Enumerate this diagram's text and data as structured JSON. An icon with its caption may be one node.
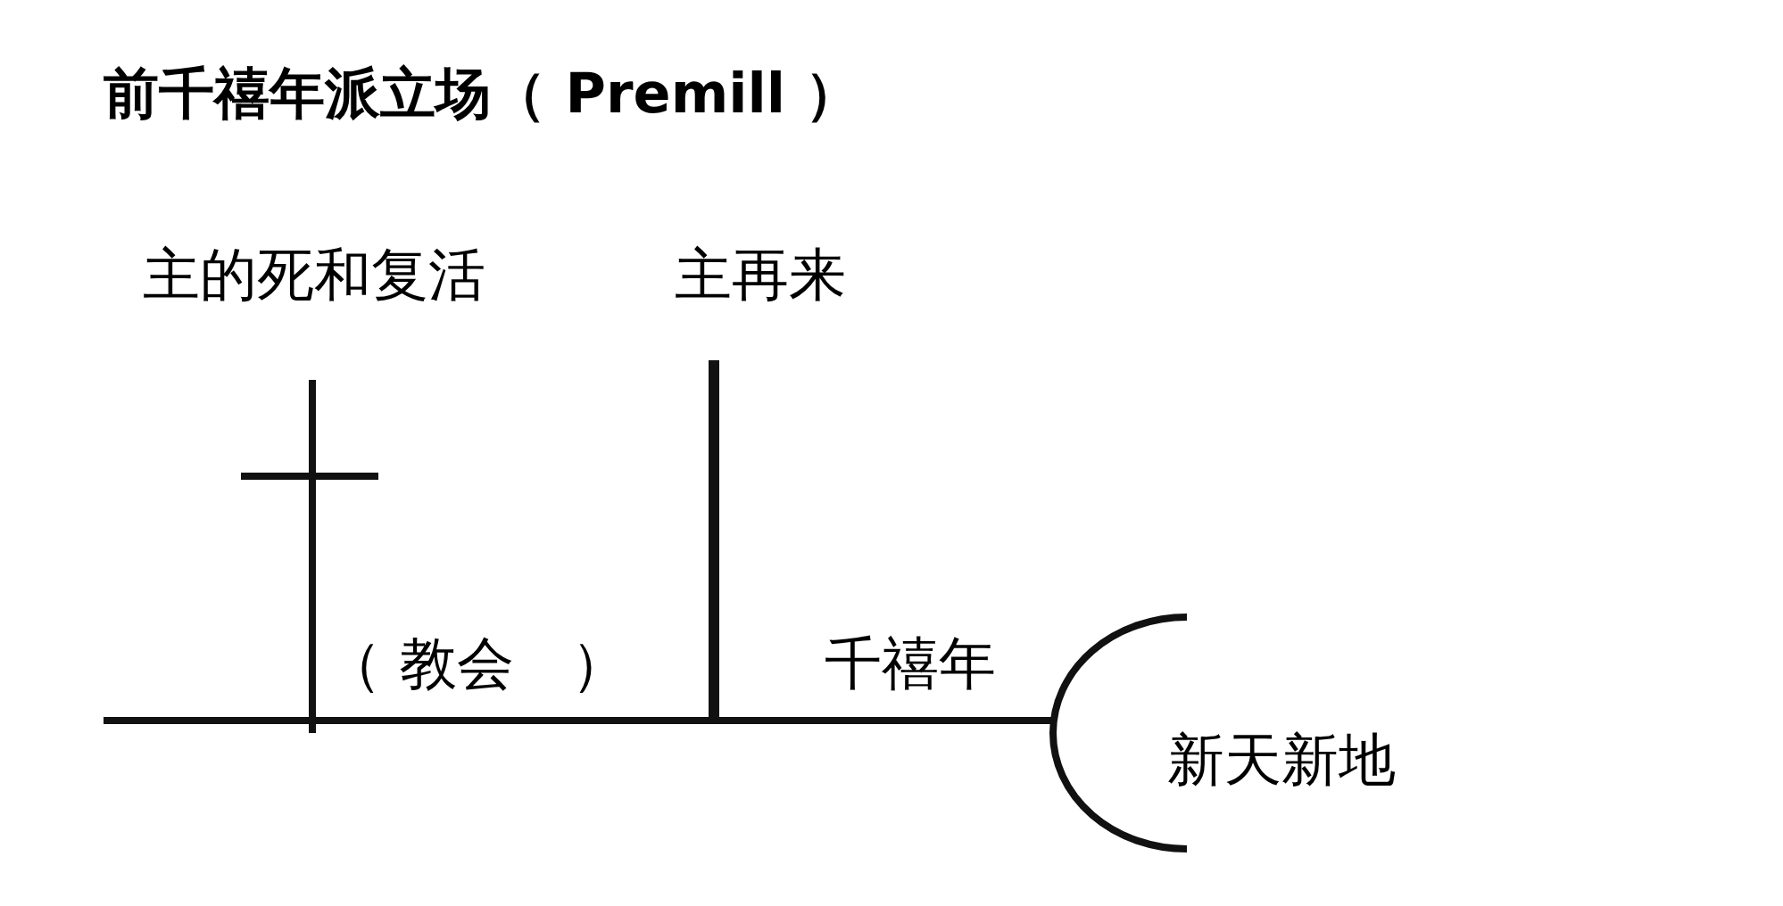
{
  "diagram": {
    "title": "前千禧年派立场（ Premill ）",
    "nodes": [
      {
        "text": [
          "新天新地"
        ]
      },
      {
        "text": [],
        "shape": "cross"
      },
      {
        "text": [],
        "shape": "bar"
      }
    ],
    "edges": [
      {
        "from": null,
        "to": 1,
        "arrow": "none"
      },
      {
        "from": 1,
        "to": 2,
        "arrow": "none"
      },
      {
        "from": 2,
        "to": 0,
        "arrow": "none"
      }
    ],
    "labels": [
      "主的死和复活",
      "主再来",
      "（ 教会　）",
      "千禧年"
    ]
  }
}
